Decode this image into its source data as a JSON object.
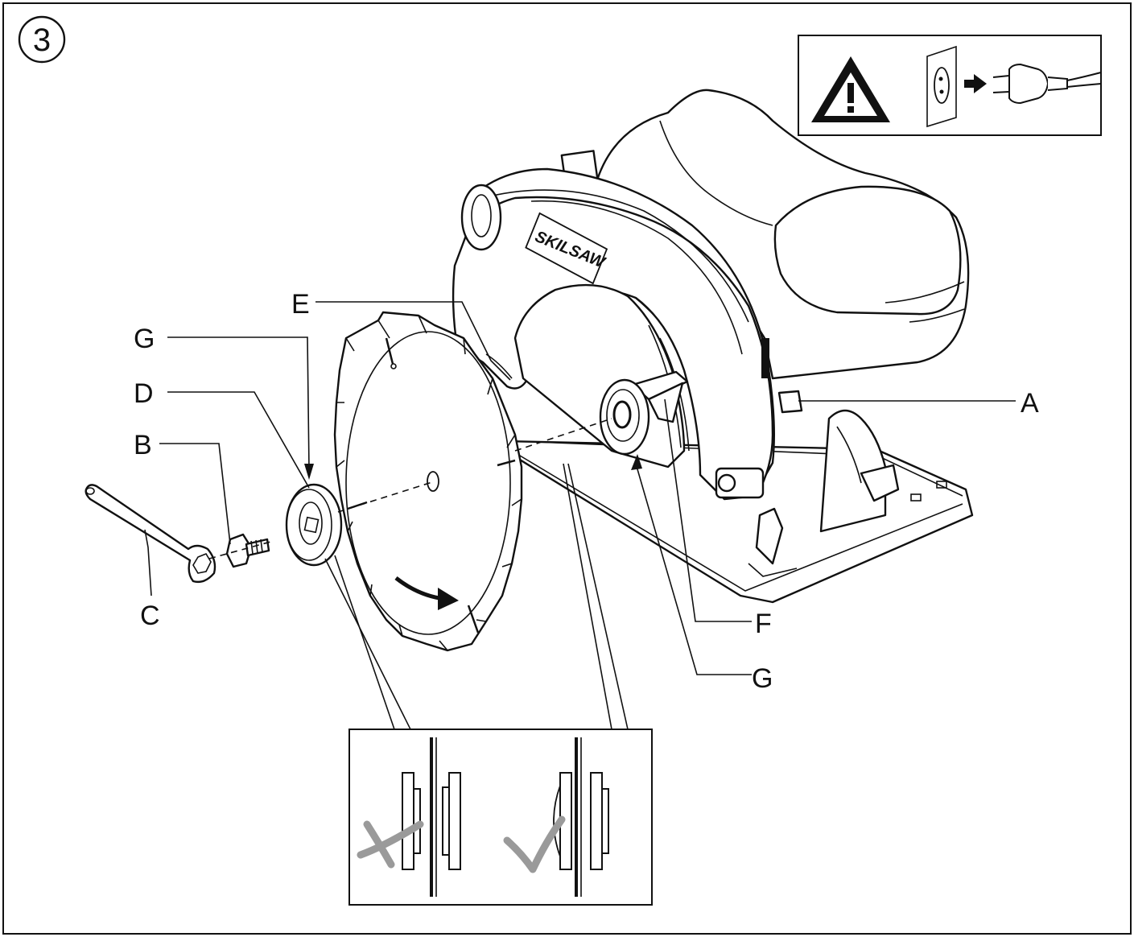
{
  "figure": {
    "step_number": "3",
    "brand_text": "SKILSAW",
    "labels": {
      "A": "A",
      "B": "B",
      "C": "C",
      "D": "D",
      "E": "E",
      "F": "F",
      "G_top": "G",
      "G_bottom": "G"
    },
    "icons": [
      "warning-triangle-icon",
      "wall-socket-icon",
      "arrow-right-icon",
      "plug-icon",
      "cross-mark-icon",
      "check-mark-icon",
      "rotation-arrow-icon"
    ],
    "colors": {
      "line": "#111111",
      "mark": "#9a9a9a",
      "background": "#ffffff"
    }
  }
}
